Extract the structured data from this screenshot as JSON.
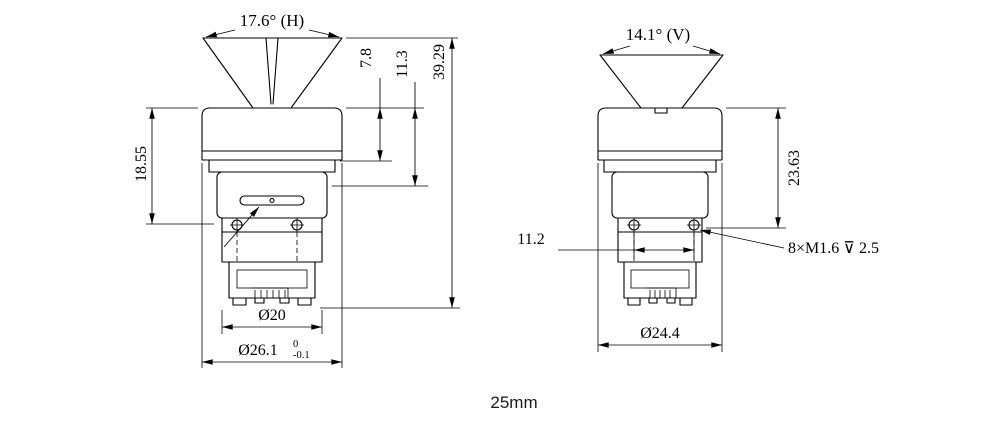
{
  "colors": {
    "line": "#000000",
    "background": "#ffffff"
  },
  "views": {
    "left": {
      "fov": "17.6° (H)",
      "d7_8": "7.8",
      "d11_3": "11.3",
      "d39_29": "39.29",
      "d18_55": "18.55",
      "dia20": "Ø20",
      "dia26_1": "Ø26.1",
      "tol_up": "0",
      "tol_dn": "-0.1"
    },
    "right": {
      "fov": "14.1° (V)",
      "d23_63": "23.63",
      "d11_2": "11.2",
      "thread": "8×M1.6 ⊽ 2.5",
      "dia24_4": "Ø24.4"
    }
  },
  "caption": "25mm"
}
